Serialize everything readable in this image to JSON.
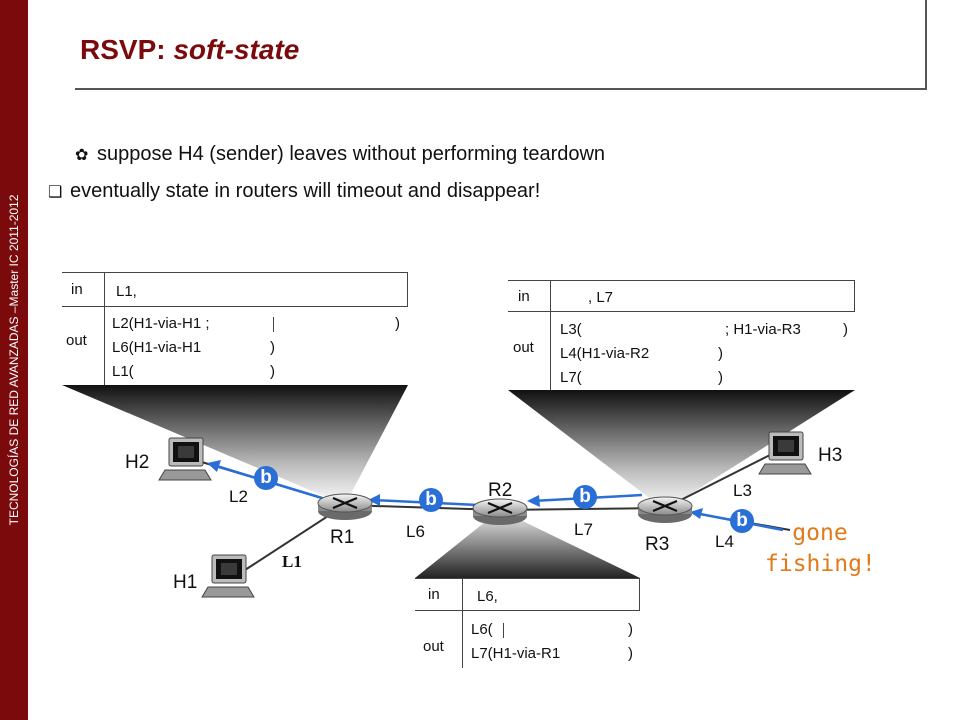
{
  "sidebar": {
    "text": "TECNOLOGÍAS DE RED AVANZADAS –Master IC 2011-2012"
  },
  "slide": {
    "title_prefix": "RSVP: ",
    "title_italic": "soft-state",
    "bullets": [
      {
        "mark": "✿",
        "text": "suppose H4 (sender) leaves without performing teardown"
      },
      {
        "mark": "❑",
        "text": "eventually state in routers will timeout and disappear!"
      }
    ]
  },
  "tables": {
    "r1": {
      "in_label": "in",
      "out_label": "out",
      "in_value": "L1,",
      "out_rows": [
        "L2(H1-via-H1   ;",
        "L6(H1-via-H1",
        "L1("
      ]
    },
    "r2": {
      "in_label": "in",
      "out_label": "out",
      "in_value": ", L7",
      "out_rows": [
        "L3(",
        "L4(H1-via-R2",
        "L7("
      ],
      "out_extra": "; H1-via-R3"
    },
    "r3": {
      "in_label": "in",
      "out_label": "out",
      "in_value": "L6,",
      "out_rows": [
        "L6(",
        "L7(H1-via-R1"
      ]
    }
  },
  "nodes": {
    "hosts": [
      "H1",
      "H2",
      "H3"
    ],
    "routers": [
      "R1",
      "R2",
      "R3"
    ],
    "links": [
      "L1",
      "L2",
      "L3",
      "L4",
      "L6",
      "L7"
    ],
    "messages": [
      "b",
      "b",
      "b",
      "b"
    ],
    "annotation": "gone\nfishing!"
  },
  "colors": {
    "sidebar": "#7b0a0c",
    "title": "#7b0a0c",
    "message": "#2a6fd6",
    "annotation": "#e07a1a"
  }
}
